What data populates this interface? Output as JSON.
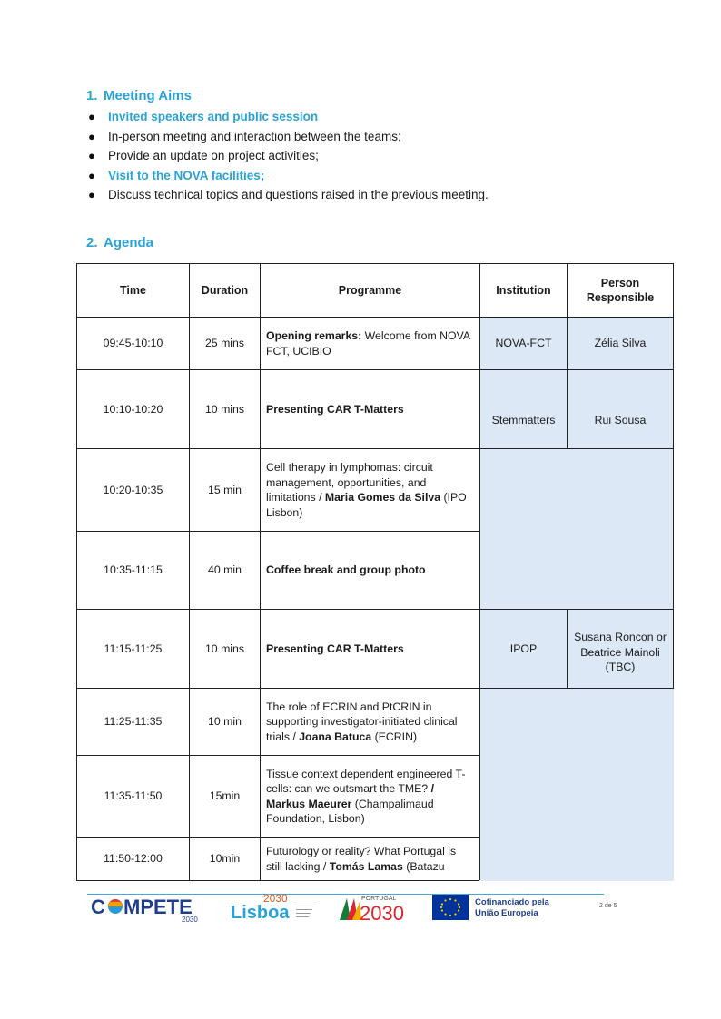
{
  "aims": {
    "number": "1.",
    "title": "Meeting Aims",
    "items": [
      {
        "text": "Invited speakers and public session",
        "highlight": true
      },
      {
        "text": "In-person meeting and interaction between the teams;",
        "highlight": false
      },
      {
        "text": "Provide an update on project activities;",
        "highlight": false
      },
      {
        "text": "Visit to the NOVA facilities;",
        "highlight": true
      },
      {
        "text": "Discuss technical topics and questions raised in the previous meeting.",
        "highlight": false
      }
    ]
  },
  "agenda": {
    "number": "2.",
    "title": "Agenda",
    "headers": {
      "time": "Time",
      "duration": "Duration",
      "programme": "Programme",
      "institution": "Institution",
      "person_line1": "Person",
      "person_line2": "Responsible"
    },
    "rows": [
      {
        "time": "09:45-10:10",
        "duration": "25 mins",
        "prog_bold": "Opening remarks:",
        "prog_text": " Welcome from NOVA FCT, UCIBIO",
        "institution": "NOVA-FCT",
        "person": "Zélia Silva"
      },
      {
        "time": "10:10-10:20",
        "duration": "10 mins",
        "prog_bold": "Presenting CAR T-Matters",
        "institution": "Stemmatters",
        "person": "Rui Sousa"
      },
      {
        "time": "10:20-10:35",
        "duration": "15 min",
        "prog_text": "Cell therapy in lymphomas: circuit management, opportunities, and limitations / ",
        "prog_bold": "Maria Gomes da Silva",
        "prog_after": " (IPO Lisbon)"
      },
      {
        "time": "10:35-11:15",
        "duration": "40 min",
        "prog_bold": "Coffee break and group photo"
      },
      {
        "time": "11:15-11:25",
        "duration": "10 mins",
        "prog_bold": "Presenting CAR T-Matters",
        "institution": "IPOP",
        "person": "Susana Roncon or Beatrice Mainoli (TBC)"
      },
      {
        "time": "11:25-11:35",
        "duration": "10 min",
        "prog_text": "The role of ECRIN and PtCRIN in supporting investigator-initiated clinical trials / ",
        "prog_bold": "Joana Batuca",
        "prog_after": " (ECRIN)"
      },
      {
        "time": "11:35-11:50",
        "duration": "15min",
        "prog_text": "Tissue context dependent engineered T-cells:  can we outsmart the TME? ",
        "prog_bold": "/ Markus Maeurer",
        "prog_after": " (Champalimaud Foundation, Lisbon)"
      },
      {
        "time": "11:50-12:00",
        "duration": "10min",
        "prog_text": "Futurology or reality? What Portugal is still lacking / ",
        "prog_bold": "Tomás Lamas",
        "prog_after": " (Batazu"
      }
    ]
  },
  "footer": {
    "compete_text": "C",
    "compete_text2": "MPETE",
    "compete_year": "2030",
    "lisboa_text": "Lisboa",
    "lisboa_year": "2030",
    "portugal_text": "PORTUGAL",
    "portugal_year": "2030",
    "eu_line1": "Cofinanciado pela",
    "eu_line2": "União Europeia",
    "page": "2 de 5",
    "colors": {
      "accent": "#2aa3d6",
      "eu_blue": "#003399",
      "eu_star": "#ffcc00"
    }
  }
}
